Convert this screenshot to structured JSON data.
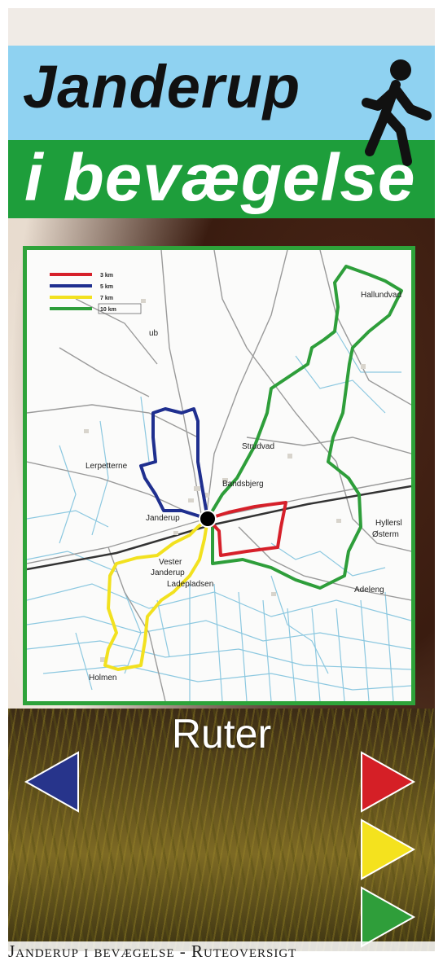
{
  "title": {
    "line1": "Janderup",
    "line2": "i bevægelse"
  },
  "map": {
    "legend": [
      {
        "label": "3 km",
        "color": "#d6202a"
      },
      {
        "label": "5 km",
        "color": "#1f2f8f"
      },
      {
        "label": "7 km",
        "color": "#f2e11f"
      },
      {
        "label": "10 km",
        "color": "#2e9e3a"
      }
    ],
    "places": {
      "lerpetterne": "Lerpetterne",
      "janderup": "Janderup",
      "vester_janderup_1": "Vester",
      "vester_janderup_2": "Janderup",
      "ladepladsen": "Ladepladsen",
      "holmen": "Holmen",
      "strudvad": "Strudvad",
      "bandsbjerg": "Bandsbjerg",
      "hallundvad": "Hallundvad",
      "hyllerslev": "Hyllersl",
      "ostermark": "Østerm",
      "adeleng": "Adeleng",
      "top_label": "ub"
    }
  },
  "nav": {
    "section_label": "Ruter",
    "prev_color": "#27348b",
    "next_colors": [
      "#d51f26",
      "#f4e21e",
      "#2f9e3a"
    ]
  },
  "caption": "Janderup i bevægelse - Ruteoversigt"
}
